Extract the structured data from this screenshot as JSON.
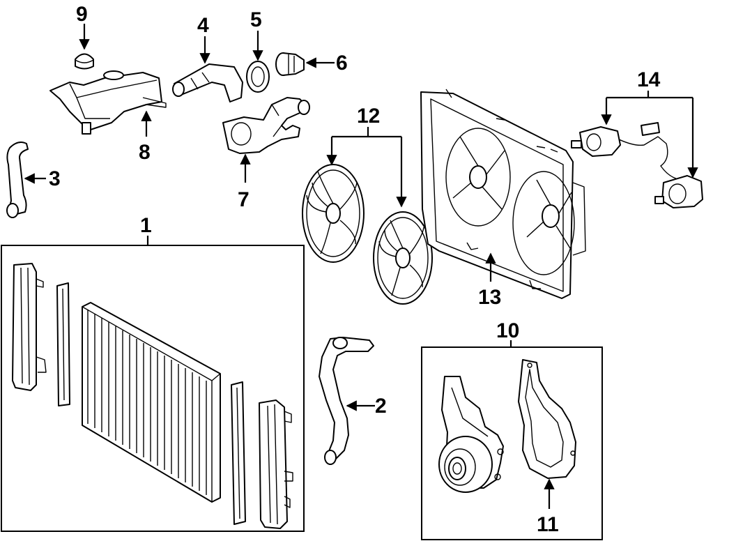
{
  "diagram": {
    "callouts": {
      "c1": "1",
      "c2": "2",
      "c3": "3",
      "c4": "4",
      "c5": "5",
      "c6": "6",
      "c7": "7",
      "c8": "8",
      "c9": "9",
      "c10": "10",
      "c11": "11",
      "c12": "12",
      "c13": "13",
      "c14": "14"
    },
    "colors": {
      "line": "#000000",
      "background": "#ffffff"
    }
  }
}
